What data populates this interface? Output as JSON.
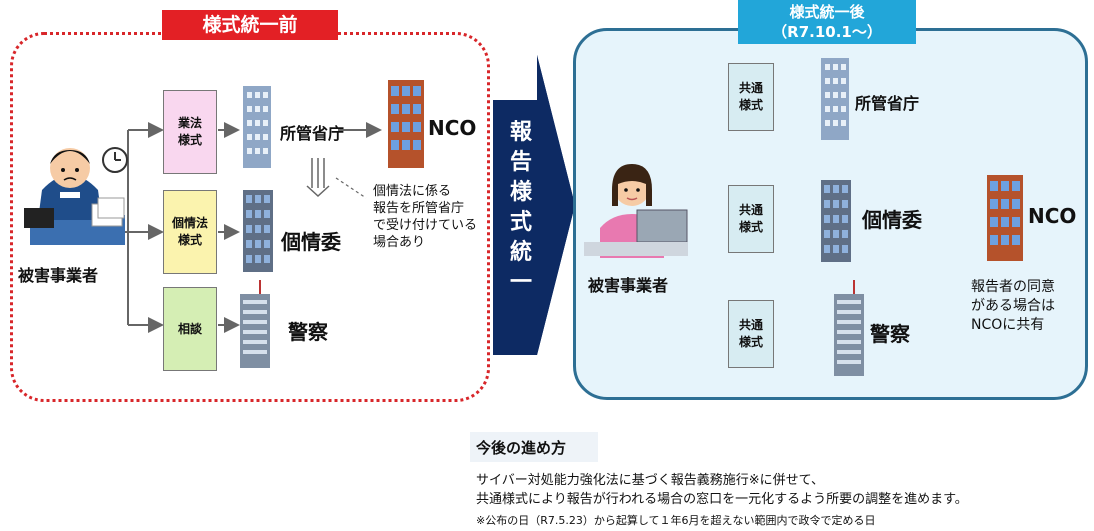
{
  "before": {
    "title": "様式統一前",
    "reporter": "被害事業者",
    "forms": [
      "業法\n様式",
      "個情法\n様式",
      "相談"
    ],
    "targets": [
      "所管省庁",
      "個情委",
      "警察"
    ],
    "nco": "NCO",
    "note": "個情法に係る\n報告を所管省庁\nで受け付けている\n場合あり"
  },
  "arrow_text": [
    "報",
    "告",
    "様",
    "式",
    "統",
    "一"
  ],
  "after": {
    "title_line1": "様式統一後",
    "title_line2": "（R7.10.1～）",
    "reporter": "被害事業者",
    "form": "共通\n様式",
    "targets": [
      "所管省庁",
      "個情委",
      "警察"
    ],
    "nco": "NCO",
    "note": "報告者の同意\nがある場合は\nNCOに共有"
  },
  "bottom": {
    "heading": "今後の進め方",
    "line1": "サイバー対処能力強化法に基づく報告義務施行※に併せて、",
    "line2": "共通様式により報告が行われる場合の窓口を一元化するよう所要の調整を進めます。",
    "footnote": "※公布の日（R7.5.23）から起算して１年6月を超えない範囲内で政令で定める日"
  },
  "colors": {
    "before_border": "#d8262a",
    "before_title_bg": "#e32025",
    "after_border": "#2d6f94",
    "after_bg": "#e6f4fb",
    "after_title_bg": "#22a6d9",
    "arrow": "#0d2a63"
  }
}
